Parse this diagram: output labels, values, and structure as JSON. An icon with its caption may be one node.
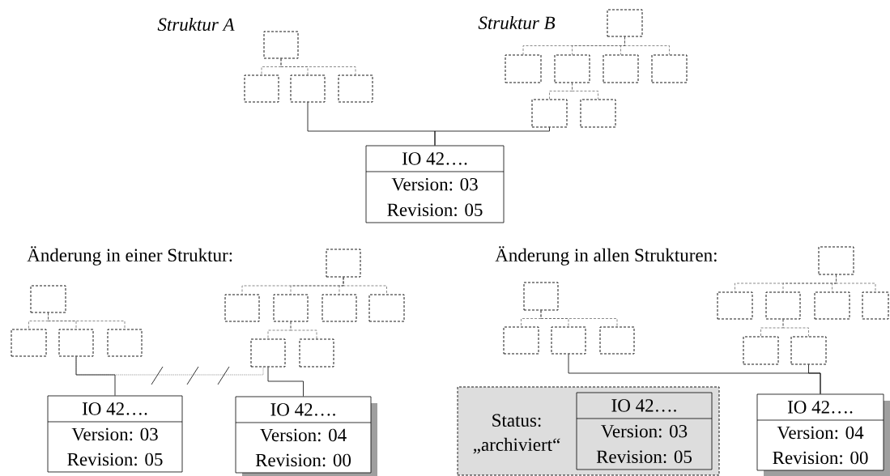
{
  "diagram": {
    "nodes": [
      {
        "text": [],
        "shape": "box"
      },
      {
        "text": [],
        "shape": "box"
      },
      {
        "text": [],
        "shape": "box"
      },
      {
        "text": [],
        "shape": "box"
      },
      {
        "text": [],
        "shape": "box"
      },
      {
        "text": [],
        "shape": "box"
      },
      {
        "text": [],
        "shape": "box"
      },
      {
        "text": [],
        "shape": "box"
      },
      {
        "text": [],
        "shape": "box"
      },
      {
        "text": [],
        "shape": "box"
      },
      {
        "text": [],
        "shape": "box"
      },
      {
        "text": [
          "IO 42….",
          "Version: 03",
          "Revision: 05"
        ]
      },
      {
        "text": [],
        "shape": "box"
      },
      {
        "text": [],
        "shape": "box"
      },
      {
        "text": [],
        "shape": "box"
      },
      {
        "text": [],
        "shape": "box"
      },
      {
        "text": [],
        "shape": "box"
      },
      {
        "text": [],
        "shape": "box"
      },
      {
        "text": [],
        "shape": "box"
      },
      {
        "text": [],
        "shape": "box"
      },
      {
        "text": [],
        "shape": "box"
      },
      {
        "text": [],
        "shape": "box"
      },
      {
        "text": [],
        "shape": "box"
      },
      {
        "text": [
          "IO 42….",
          "Version: 03",
          "Revision: 05"
        ]
      },
      {
        "text": [
          "IO 42….",
          "Version: 04",
          "Revision: 00"
        ]
      },
      {
        "text": [],
        "shape": "box"
      },
      {
        "text": [],
        "shape": "box"
      },
      {
        "text": [],
        "shape": "box"
      },
      {
        "text": [],
        "shape": "box"
      },
      {
        "text": [],
        "shape": "box"
      },
      {
        "text": [],
        "shape": "box"
      },
      {
        "text": [],
        "shape": "box"
      },
      {
        "text": [],
        "shape": "box"
      },
      {
        "text": [],
        "shape": "box"
      },
      {
        "text": [],
        "shape": "box"
      },
      {
        "text": [],
        "shape": "box"
      },
      {
        "text": [
          "Status: „archiviert“"
        ]
      },
      {
        "text": [
          "IO 42….",
          "Version: 03",
          "Revision: 05"
        ],
        "in": 36
      },
      {
        "text": [
          "IO 42….",
          "Version: 04",
          "Revision: 00"
        ]
      }
    ],
    "edges": [
      {
        "from": 0,
        "to": 1,
        "arrow": "none",
        "style": "dashed"
      },
      {
        "from": 0,
        "to": 2,
        "arrow": "none",
        "style": "dashed"
      },
      {
        "from": 0,
        "to": 3,
        "arrow": "none",
        "style": "dashed"
      },
      {
        "from": 4,
        "to": 5,
        "arrow": "none",
        "style": "dashed"
      },
      {
        "from": 4,
        "to": 6,
        "arrow": "none",
        "style": "dashed"
      },
      {
        "from": 4,
        "to": 7,
        "arrow": "none",
        "style": "dashed"
      },
      {
        "from": 4,
        "to": 8,
        "arrow": "none",
        "style": "dashed"
      },
      {
        "from": 6,
        "to": 9,
        "arrow": "none",
        "style": "dashed"
      },
      {
        "from": 6,
        "to": 10,
        "arrow": "none",
        "style": "dashed"
      },
      {
        "from": 2,
        "to": 11,
        "arrow": "none"
      },
      {
        "from": 9,
        "to": 11,
        "arrow": "none"
      },
      {
        "from": 12,
        "to": 13,
        "arrow": "none",
        "style": "dashed"
      },
      {
        "from": 12,
        "to": 14,
        "arrow": "none",
        "style": "dashed"
      },
      {
        "from": 12,
        "to": 15,
        "arrow": "none",
        "style": "dashed"
      },
      {
        "from": 16,
        "to": 17,
        "arrow": "none",
        "style": "dashed"
      },
      {
        "from": 16,
        "to": 18,
        "arrow": "none",
        "style": "dashed"
      },
      {
        "from": 16,
        "to": 19,
        "arrow": "none",
        "style": "dashed"
      },
      {
        "from": 16,
        "to": 20,
        "arrow": "none",
        "style": "dashed"
      },
      {
        "from": 18,
        "to": 21,
        "arrow": "none",
        "style": "dashed"
      },
      {
        "from": 18,
        "to": 22,
        "arrow": "none",
        "style": "dashed"
      },
      {
        "from": 14,
        "to": 23,
        "arrow": "none"
      },
      {
        "from": 21,
        "to": 24,
        "arrow": "none"
      },
      {
        "from": 14,
        "to": 21,
        "arrow": "none",
        "style": "dashed"
      },
      {
        "from": 25,
        "to": 26,
        "arrow": "none",
        "style": "dashed"
      },
      {
        "from": 25,
        "to": 27,
        "arrow": "none",
        "style": "dashed"
      },
      {
        "from": 25,
        "to": 28,
        "arrow": "none",
        "style": "dashed"
      },
      {
        "from": 29,
        "to": 30,
        "arrow": "none",
        "style": "dashed"
      },
      {
        "from": 29,
        "to": 31,
        "arrow": "none",
        "style": "dashed"
      },
      {
        "from": 29,
        "to": 32,
        "arrow": "none",
        "style": "dashed"
      },
      {
        "from": 29,
        "to": 33,
        "arrow": "none",
        "style": "dashed"
      },
      {
        "from": 31,
        "to": 34,
        "arrow": "none",
        "style": "dashed"
      },
      {
        "from": 31,
        "to": 35,
        "arrow": "none",
        "style": "dashed"
      },
      {
        "from": 27,
        "to": 38,
        "arrow": "none"
      },
      {
        "from": 35,
        "to": 38,
        "arrow": "none"
      }
    ],
    "labels": [
      "Struktur A",
      "Struktur B",
      "Änderung in einer Struktur:",
      "Änderung in allen Strukturen:"
    ]
  }
}
